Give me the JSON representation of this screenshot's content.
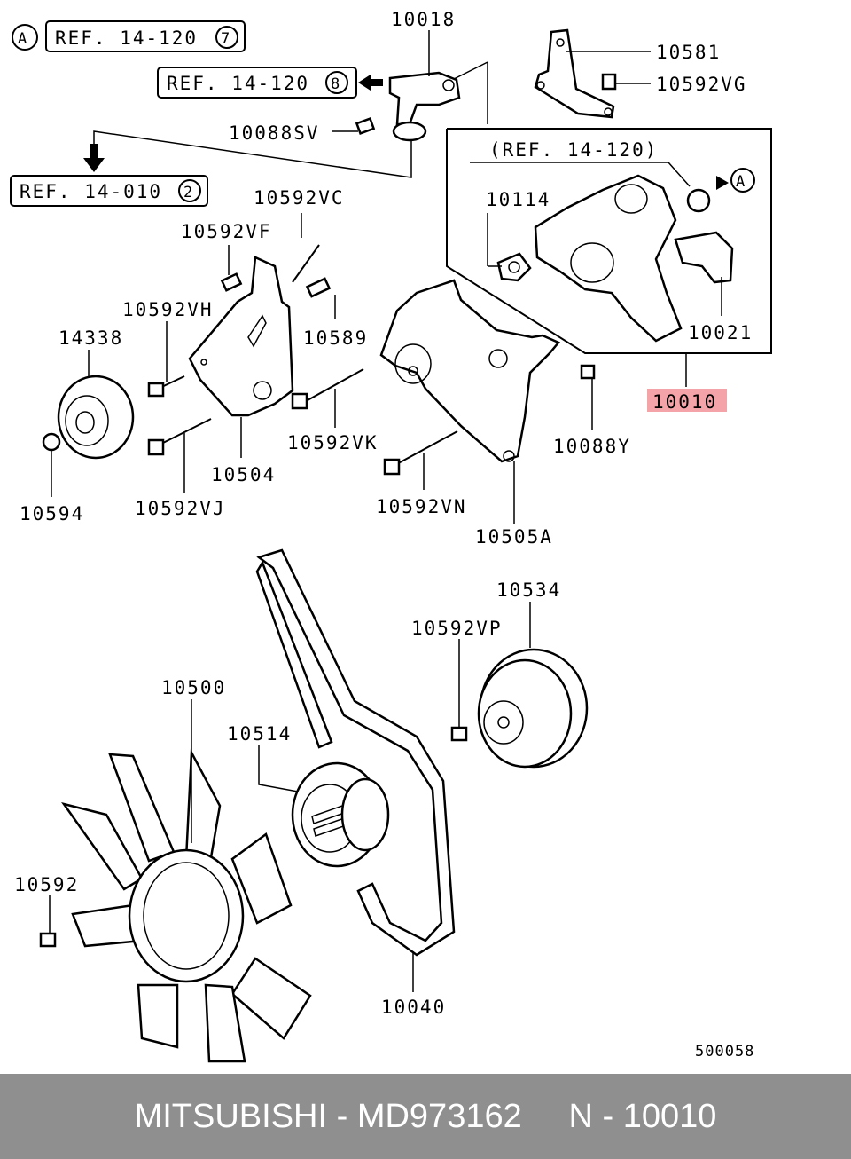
{
  "refs": {
    "ref_a": {
      "circle": "A",
      "text": "REF. 14-120",
      "num": "7"
    },
    "ref_b": {
      "text": "REF. 14-120",
      "num": "8"
    },
    "ref_c": {
      "text": "REF. 14-010",
      "num": "2"
    },
    "ref_d": {
      "text": "(REF. 14-120)"
    },
    "ref_e": {
      "circle": "A"
    }
  },
  "parts": {
    "p10018": "10018",
    "p10581": "10581",
    "p10592vg": "10592VG",
    "p10088sv": "10088SV",
    "p10114": "10114",
    "p10592vc": "10592VC",
    "p10592vf": "10592VF",
    "p10592vh": "10592VH",
    "p10589": "10589",
    "p14338": "14338",
    "p10021": "10021",
    "p10010": "10010",
    "p10592vk": "10592VK",
    "p10088y": "10088Y",
    "p10504": "10504",
    "p10594": "10594",
    "p10592vj": "10592VJ",
    "p10592vn": "10592VN",
    "p10505a": "10505A",
    "p10534": "10534",
    "p10592vp": "10592VP",
    "p10500": "10500",
    "p10514": "10514",
    "p10592": "10592",
    "p10040": "10040"
  },
  "diagram_id": "500058",
  "highlight_color": "#f4a3a8",
  "footer": {
    "text": "MITSUBISHI - MD973162     N - 10010"
  }
}
